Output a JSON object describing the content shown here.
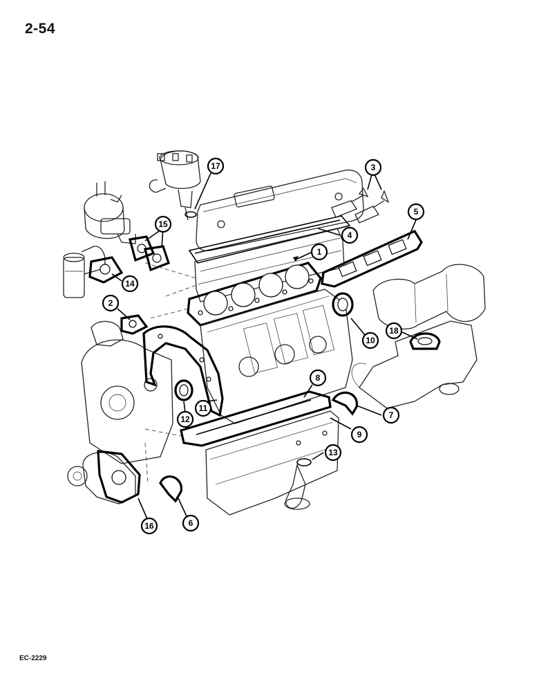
{
  "page": {
    "number": "2-54",
    "figure_code": "EC-2229"
  },
  "callouts": [
    {
      "id": "1",
      "label": "1"
    },
    {
      "id": "2",
      "label": "2"
    },
    {
      "id": "3",
      "label": "3"
    },
    {
      "id": "4",
      "label": "4"
    },
    {
      "id": "5",
      "label": "5"
    },
    {
      "id": "6",
      "label": "6"
    },
    {
      "id": "7",
      "label": "7"
    },
    {
      "id": "8",
      "label": "8"
    },
    {
      "id": "9",
      "label": "9"
    },
    {
      "id": "10",
      "label": "10"
    },
    {
      "id": "11",
      "label": "11"
    },
    {
      "id": "12",
      "label": "12"
    },
    {
      "id": "13",
      "label": "13"
    },
    {
      "id": "14",
      "label": "14"
    },
    {
      "id": "15",
      "label": "15"
    },
    {
      "id": "16",
      "label": "16"
    },
    {
      "id": "17",
      "label": "17"
    },
    {
      "id": "18",
      "label": "18"
    }
  ]
}
